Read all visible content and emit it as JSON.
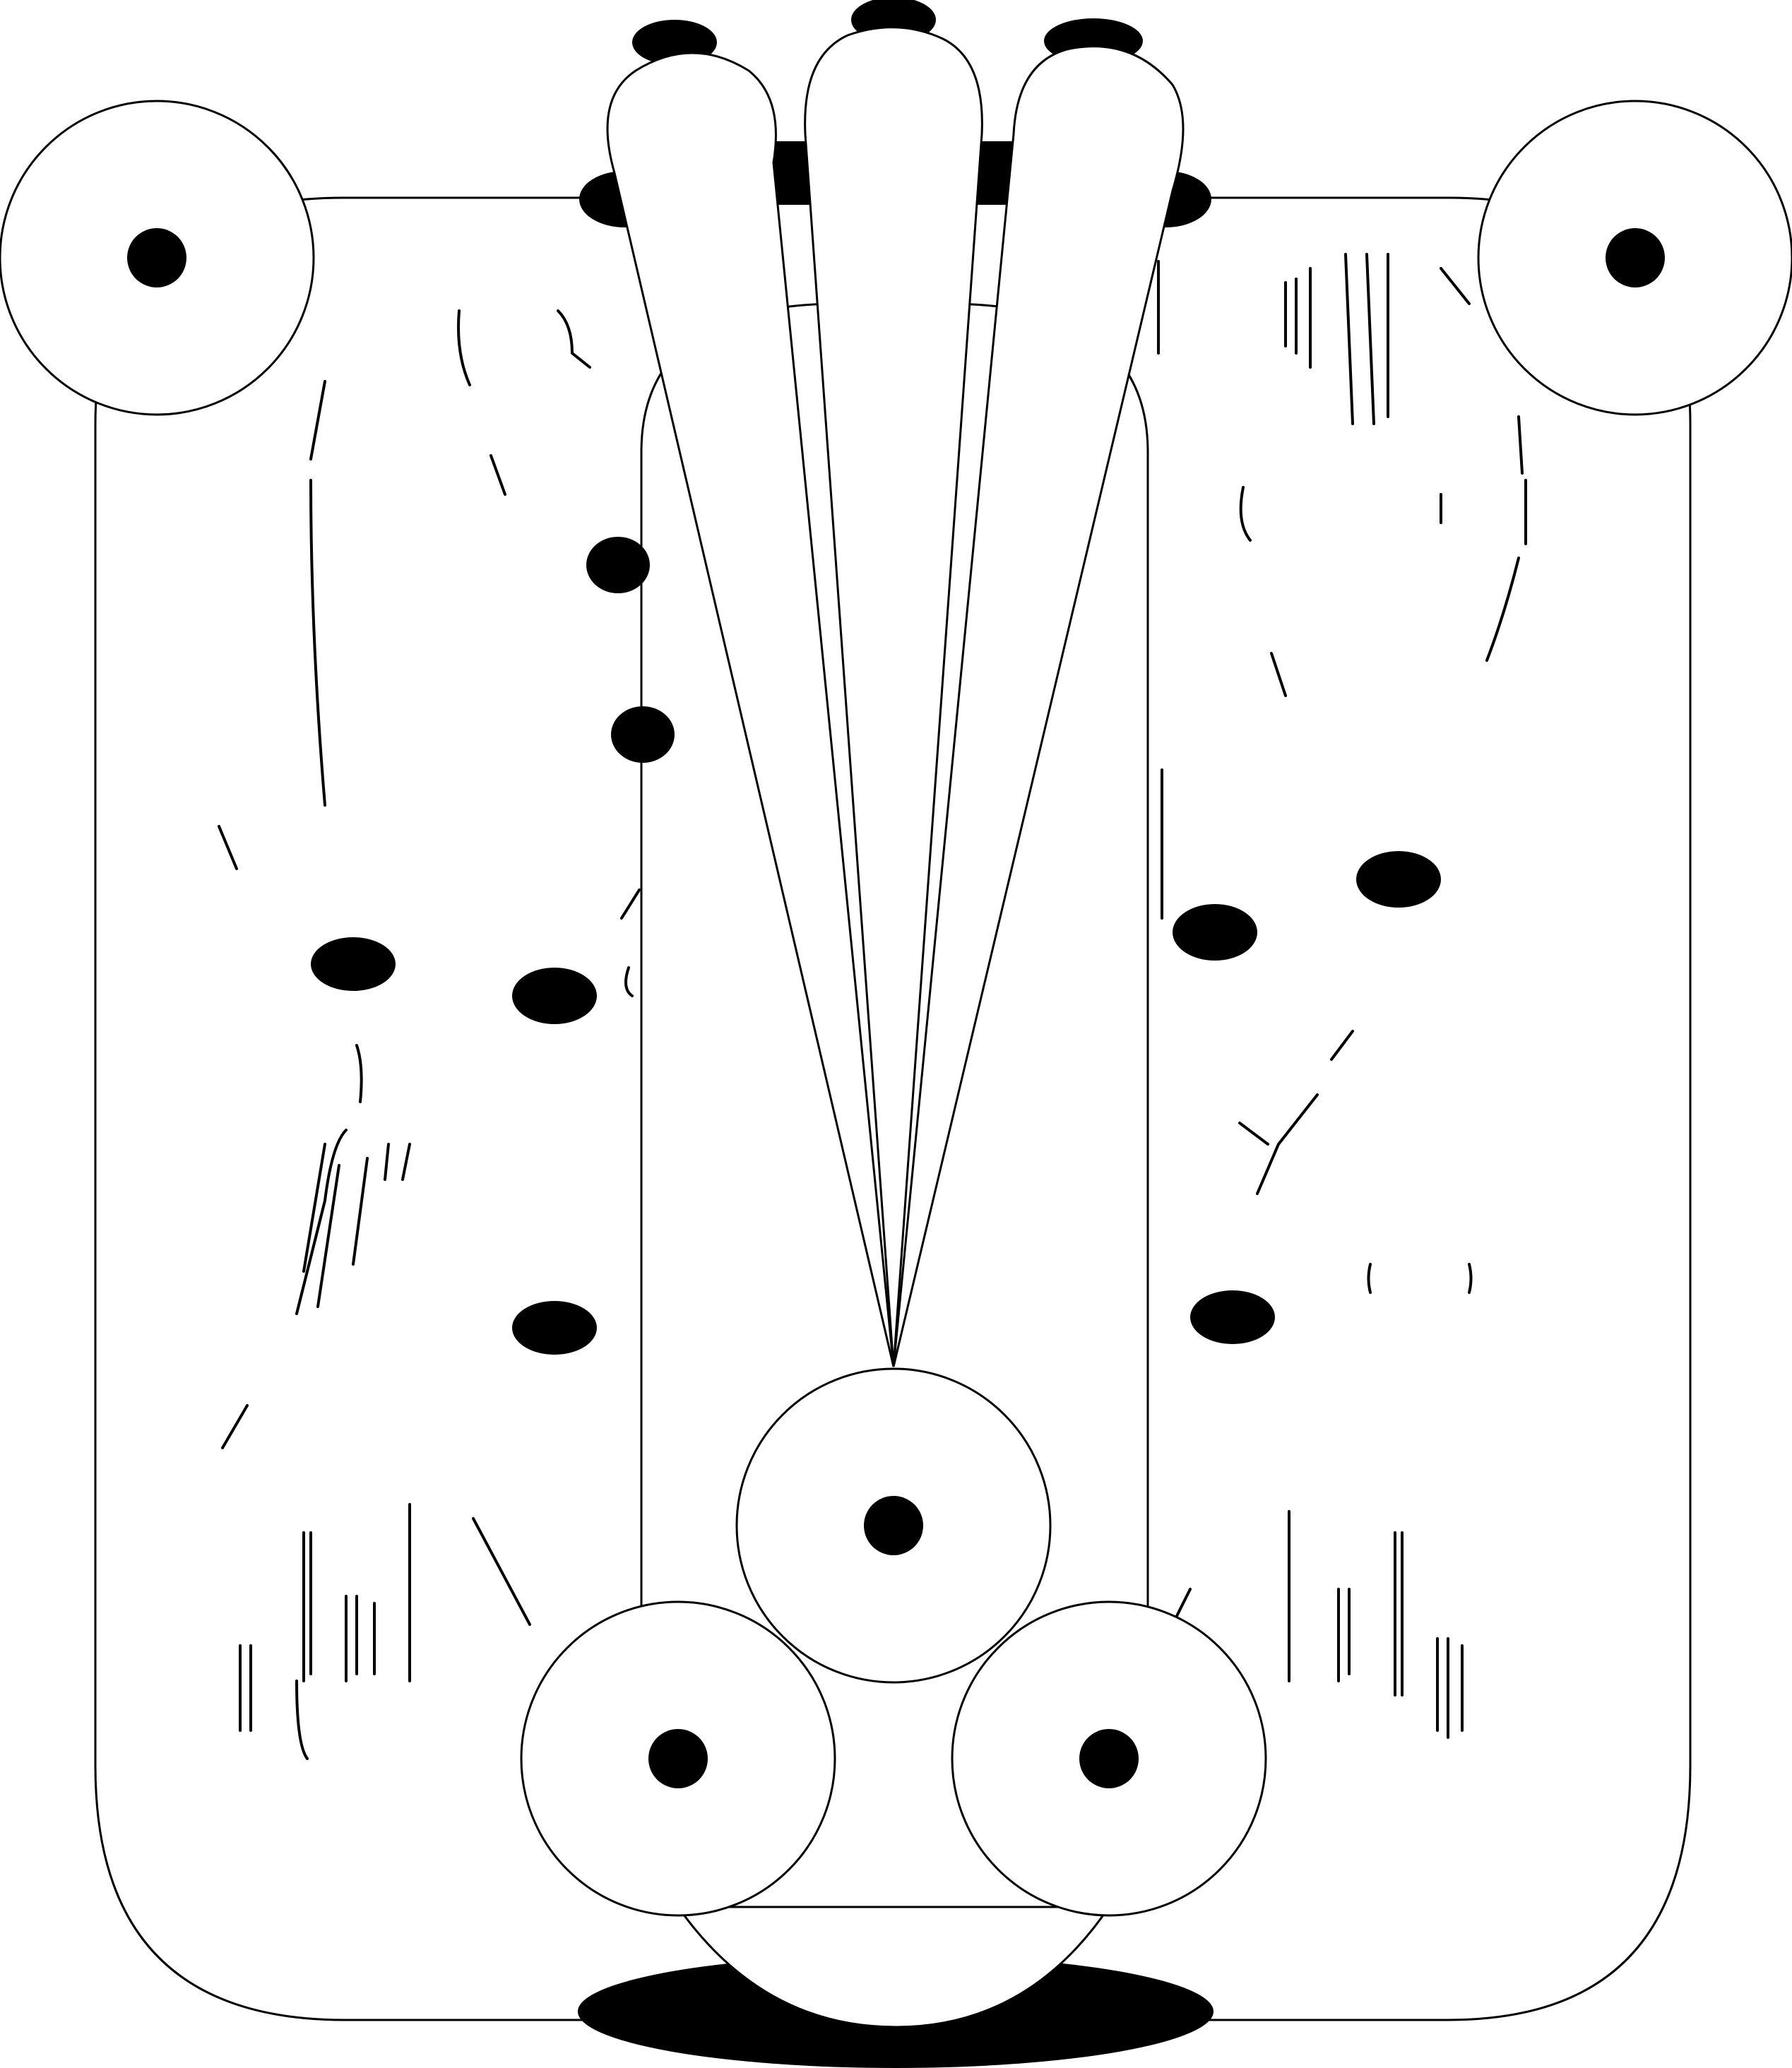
{
  "canvas": {
    "background": "#ffffff"
  },
  "colors": {
    "ink": "#000000",
    "paper": "#ffffff"
  },
  "icons": [
    "frame-outline",
    "petal-fan",
    "eye-circle",
    "spot",
    "ground-shadow"
  ]
}
